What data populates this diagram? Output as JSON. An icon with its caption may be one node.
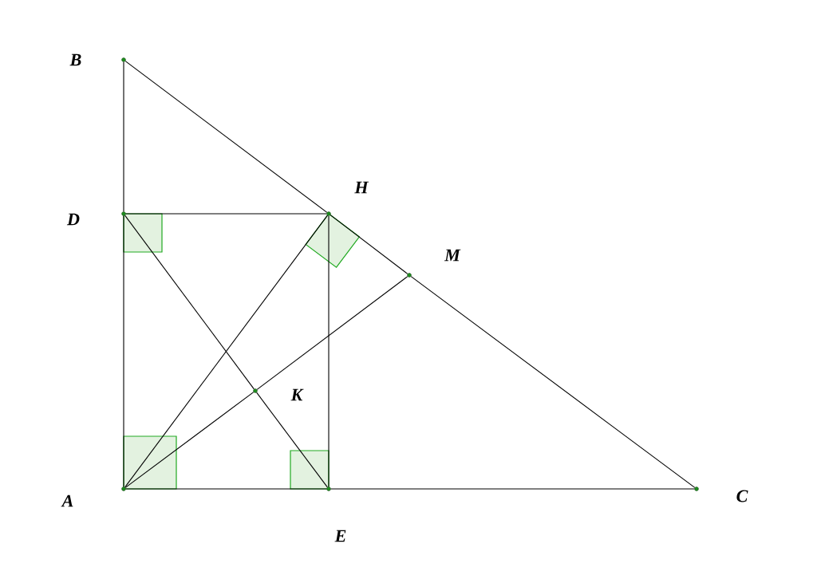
{
  "diagram": {
    "nodes": [
      {
        "text": [
          "A"
        ]
      },
      {
        "text": [
          "B"
        ]
      },
      {
        "text": [
          "C"
        ]
      },
      {
        "text": [
          "D"
        ]
      },
      {
        "text": [
          "E"
        ]
      },
      {
        "text": [
          "H"
        ]
      },
      {
        "text": [
          "M"
        ]
      },
      {
        "text": [
          "K"
        ]
      }
    ],
    "edges": [
      {
        "from": 1,
        "to": 3,
        "arrow": "none"
      },
      {
        "from": 3,
        "to": 0,
        "arrow": "none"
      },
      {
        "from": 1,
        "to": 5,
        "arrow": "none"
      },
      {
        "from": 5,
        "to": 6,
        "arrow": "none"
      },
      {
        "from": 6,
        "to": 2,
        "arrow": "none"
      },
      {
        "from": 0,
        "to": 4,
        "arrow": "none"
      },
      {
        "from": 4,
        "to": 2,
        "arrow": "none"
      },
      {
        "from": 3,
        "to": 5,
        "arrow": "none"
      },
      {
        "from": 5,
        "to": 4,
        "arrow": "none"
      },
      {
        "from": 3,
        "to": 7,
        "arrow": "none"
      },
      {
        "from": 7,
        "to": 4,
        "arrow": "none"
      },
      {
        "from": 0,
        "to": 7,
        "arrow": "none"
      },
      {
        "from": 7,
        "to": 6,
        "arrow": "none"
      },
      {
        "from": 0,
        "to": 5,
        "arrow": "none"
      }
    ]
  }
}
